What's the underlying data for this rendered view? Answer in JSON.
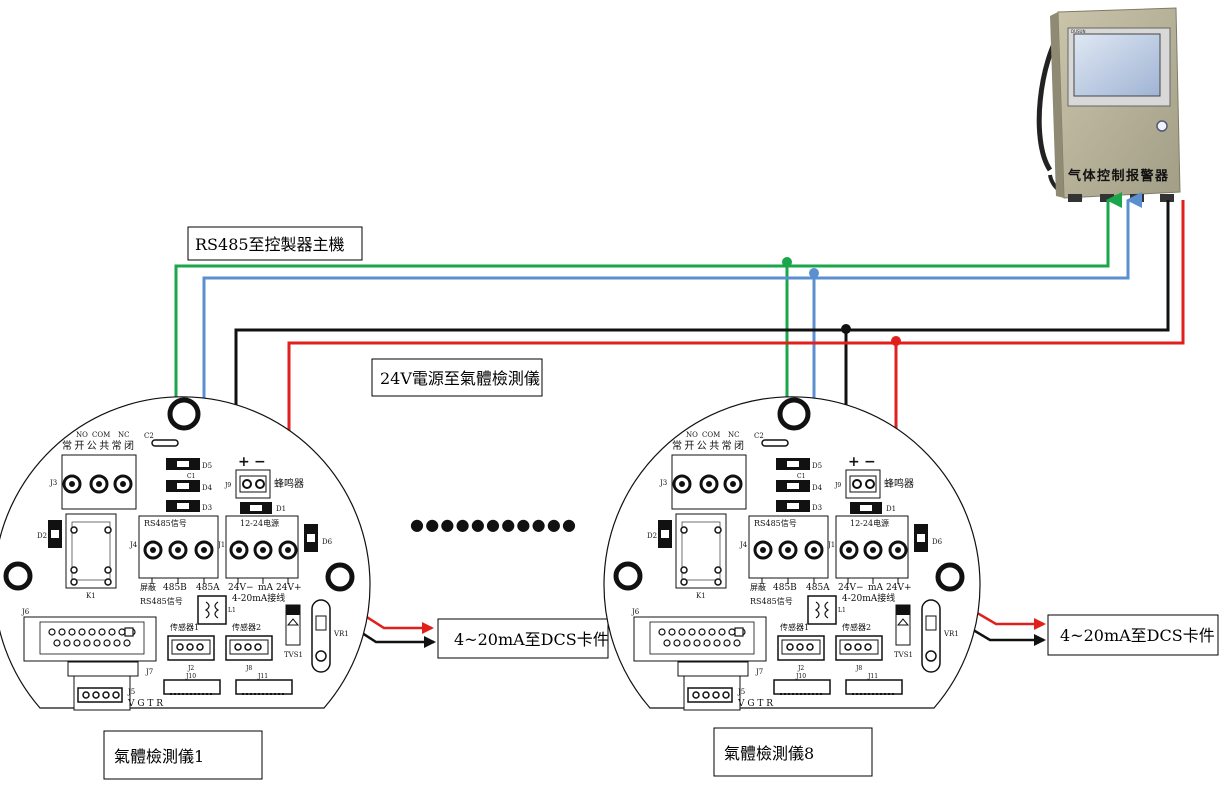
{
  "labels": {
    "rs485_to_controller": "RS485至控製器主機",
    "power_to_detector": "24V電源至氣體檢測儀",
    "dcs_1": "4~20mA至DCS卡件",
    "dcs_2": "4~20mA至DCS卡件",
    "detector_1": "氣體檢測儀1",
    "detector_8": "氣體檢測儀8",
    "ellipsis": "●●●●●●●●●●●"
  },
  "controller": {
    "name": "气体控制报警器",
    "brand": "DUSUN"
  },
  "board": {
    "relay_no": "NO",
    "relay_com": "COM",
    "relay_nc": "NC",
    "relay_cn": "常开公共常闭",
    "j3": "J3",
    "j4": "J4",
    "j1": "J1",
    "j9": "J9",
    "j6": "J6",
    "j7": "J7",
    "j5": "J5",
    "j2": "J2",
    "j8": "J8",
    "j10": "J10",
    "j11": "J11",
    "k1": "K1",
    "d2": "D2",
    "d6": "D6",
    "d5": "D5",
    "d4": "D4",
    "d3": "D3",
    "d1": "D1",
    "c1": "C1",
    "c2": "C2",
    "l1": "L1",
    "vr1": "VR1",
    "tvs1": "TVS1",
    "buzzer": "蜂鸣器",
    "buzzer_plus": "+",
    "buzzer_minus": "−",
    "rs485_top": "RS485信号",
    "power_top": "12-24电源",
    "t_shield": "屏蔽",
    "t_485b": "485B",
    "t_485a": "485A",
    "t_24vm": "24V−",
    "t_ma": "mA",
    "t_24vp": "24V+",
    "rs485_bottom": "RS485信号",
    "ma_wiring": "4-20mA接线",
    "sensor1": "传感器1",
    "sensor2": "传感器2",
    "vgtr": "V G T R"
  },
  "colors": {
    "green": "#1aa64a",
    "blue": "#5b8fd0",
    "black": "#111111",
    "red": "#e0201c"
  }
}
